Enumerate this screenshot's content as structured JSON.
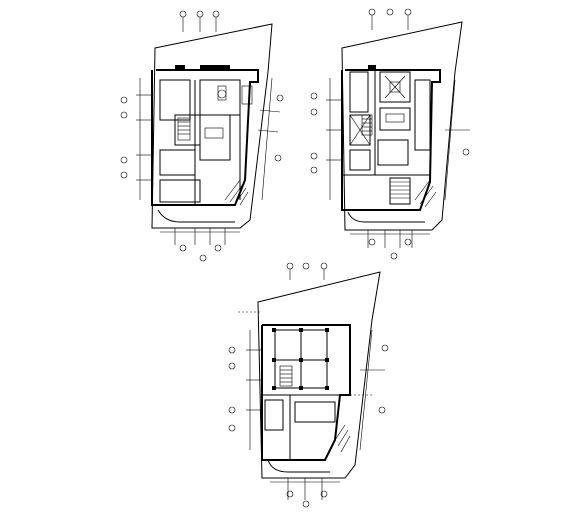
{
  "drawing": {
    "view_count": 3,
    "views": [
      {
        "id": "plan-top-left"
      },
      {
        "id": "plan-top-right"
      },
      {
        "id": "plan-bottom"
      }
    ]
  }
}
